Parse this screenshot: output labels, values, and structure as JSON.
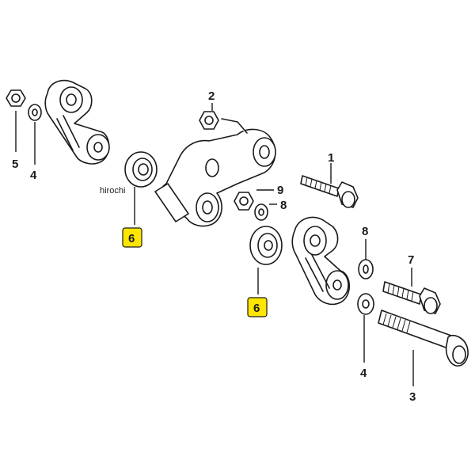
{
  "watermark": "hirochi",
  "callouts": {
    "c1": "1",
    "c3": "3",
    "c4_left": "4",
    "c4_right": "4",
    "c5": "5",
    "c6_left": "6",
    "c6_right": "6",
    "c7": "7",
    "c8_upper": "8",
    "c8_right": "8",
    "c9": "9",
    "c2": "2"
  },
  "colors": {
    "highlight": "#ffe600",
    "line": "#1a1a1a"
  }
}
